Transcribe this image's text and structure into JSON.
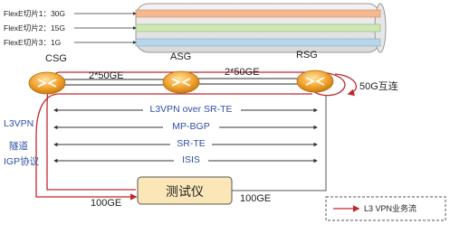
{
  "slices": [
    {
      "label": "FlexE切片1：30G",
      "color": "#f6b98f"
    },
    {
      "label": "FlexE切片2：15G",
      "color": "#cfe6b5"
    },
    {
      "label": "FlexE切片3：1G",
      "color": "#b7d6ea"
    }
  ],
  "nodes": {
    "csg": "CSG",
    "asg": "ASG",
    "rsg": "RSG"
  },
  "links": {
    "csg_asg": "2*50GE",
    "asg_rsg": "2*50GE",
    "rsg_loop": "50G互连",
    "tester_left": "100GE",
    "tester_right": "100GE"
  },
  "layers": [
    {
      "label": "L3VPN over SR-TE"
    },
    {
      "label": "MP-BGP"
    },
    {
      "label": "SR-TE"
    },
    {
      "label": "ISIS"
    }
  ],
  "left_labels": {
    "l3vpn": "L3VPN",
    "tunnel": "隧道",
    "igp": "IGP协议"
  },
  "tester": "测试仪",
  "legend": {
    "label": "L3 VPN业务流"
  },
  "colors": {
    "flow": "#c0282e",
    "router": "#f3a531",
    "accent": "#2f4fa6",
    "tester": "#fbe6b8"
  }
}
